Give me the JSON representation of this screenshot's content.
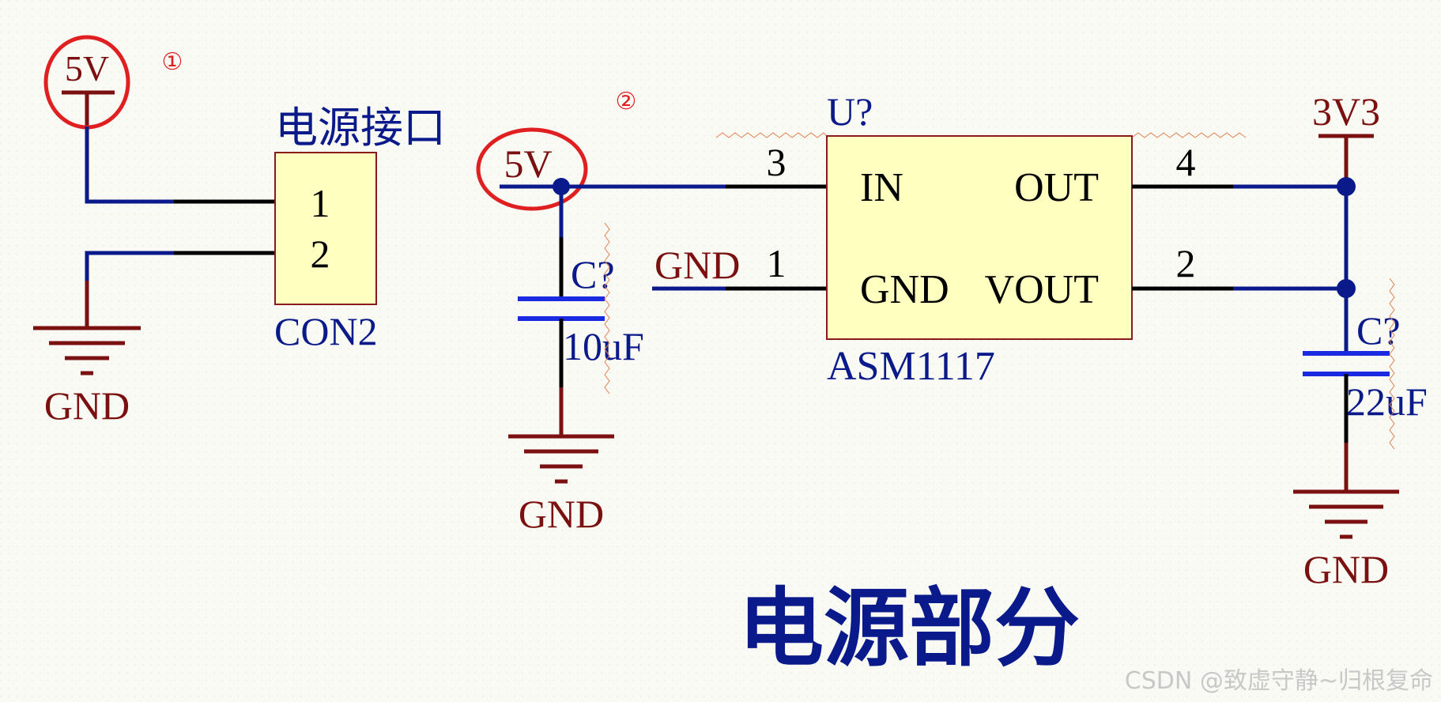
{
  "colors": {
    "background": "#fafaf5",
    "power": "#7a1010",
    "wire": "#0a1a8a",
    "label": "#0a1a8a",
    "pin": "#000000",
    "component_fill": "#ffffc0",
    "component_border": "#8b1a1a",
    "annotation": "#e02020",
    "capacitor": "#1a2ae0",
    "junction": "#0a1a8a"
  },
  "power_ports": {
    "v5_top": "5V",
    "v5_mid": "5V",
    "v3v3": "3V3",
    "gnd_left": "GND",
    "gnd_mid": "GND",
    "gnd_right": "GND",
    "gnd_net_label": "GND"
  },
  "annotations": {
    "mark1": "①",
    "mark2": "②"
  },
  "connector": {
    "title": "电源接口",
    "designator": "CON2",
    "pin1": "1",
    "pin2": "2"
  },
  "regulator": {
    "designator": "U?",
    "part": "ASM1117",
    "pin_in_name": "IN",
    "pin_out_name": "OUT",
    "pin_gnd_name": "GND",
    "pin_vout_name": "VOUT",
    "pin_in_num": "3",
    "pin_out_num": "4",
    "pin_gnd_num": "1",
    "pin_vout_num": "2"
  },
  "cap_in": {
    "designator": "C?",
    "value": "10uF"
  },
  "cap_out": {
    "designator": "C?",
    "value": "22uF"
  },
  "section_title": "电源部分",
  "watermark": "CSDN @致虚守静~归根复命"
}
